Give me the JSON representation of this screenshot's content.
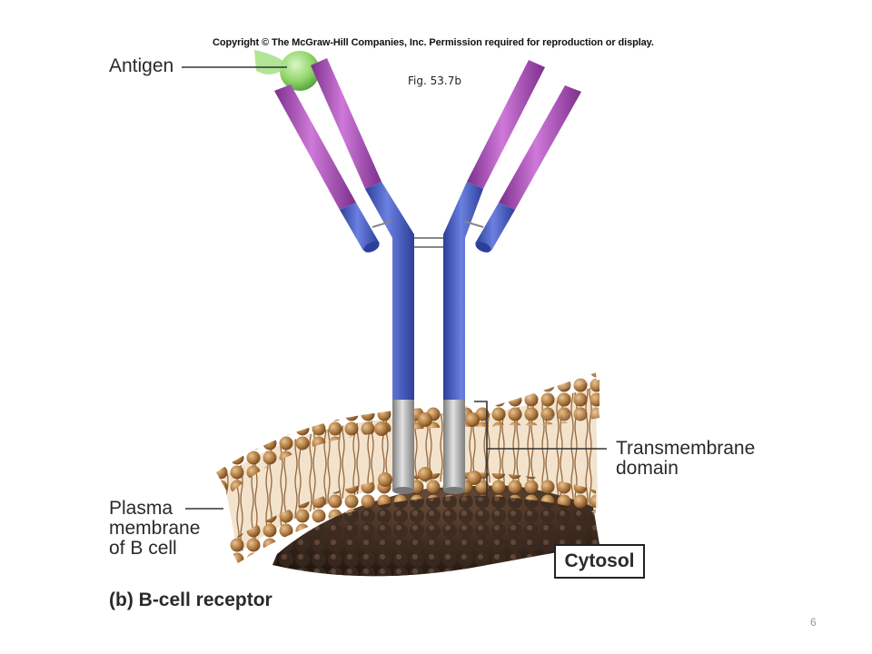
{
  "header": {
    "copyright": "Copyright © The McGraw-Hill Companies, Inc. Permission required for reproduction or display.",
    "figure_ref": "Fig. 53.7b"
  },
  "labels": {
    "antigen": "Antigen",
    "transmembrane": [
      "Transmembrane",
      "domain"
    ],
    "plasma_membrane": [
      "Plasma",
      "membrane",
      "of B cell"
    ],
    "cytosol": "Cytosol"
  },
  "caption": "(b) B-cell receptor",
  "page_number": "6",
  "colors": {
    "heavy_chain_constant": "#4258b8",
    "variable_region": "#a54bb0",
    "transmembrane_segment": "#a8a8a8",
    "antigen": "#8fd46a",
    "lipid_head": "#b07a3f",
    "membrane_interior": "#f3e3cc"
  }
}
